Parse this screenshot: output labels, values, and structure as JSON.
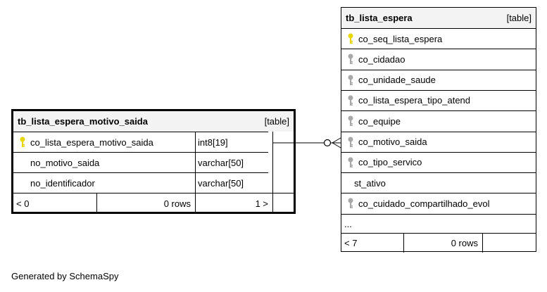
{
  "table_left": {
    "name": "tb_lista_espera_motivo_saida",
    "tag": "[table]",
    "columns": [
      {
        "name": "co_lista_espera_motivo_saida",
        "type": "int8[19]",
        "key": "primary"
      },
      {
        "name": "no_motivo_saida",
        "type": "varchar[50]",
        "key": "none"
      },
      {
        "name": "no_identificador",
        "type": "varchar[50]",
        "key": "none"
      }
    ],
    "footer": {
      "left": "< 0",
      "middle": "0 rows",
      "right": "1 >"
    }
  },
  "table_right": {
    "name": "tb_lista_espera",
    "tag": "[table]",
    "columns": [
      {
        "name": "co_seq_lista_espera",
        "key": "primary"
      },
      {
        "name": "co_cidadao",
        "key": "foreign"
      },
      {
        "name": "co_unidade_saude",
        "key": "foreign"
      },
      {
        "name": "co_lista_espera_tipo_atend",
        "key": "foreign"
      },
      {
        "name": "co_equipe",
        "key": "foreign"
      },
      {
        "name": "co_motivo_saida",
        "key": "foreign"
      },
      {
        "name": "co_tipo_servico",
        "key": "foreign"
      },
      {
        "name": "st_ativo",
        "key": "none"
      },
      {
        "name": "co_cuidado_compartilhado_evol",
        "key": "foreign"
      }
    ],
    "ellipsis": "...",
    "footer": {
      "left": "< 7",
      "middle": "0 rows",
      "right": ""
    }
  },
  "colors": {
    "primary_key": "#e8d600",
    "foreign_key": "#a8a8a8",
    "header_bg": "#f3f3f3"
  },
  "footer_text": "Generated by SchemaSpy"
}
